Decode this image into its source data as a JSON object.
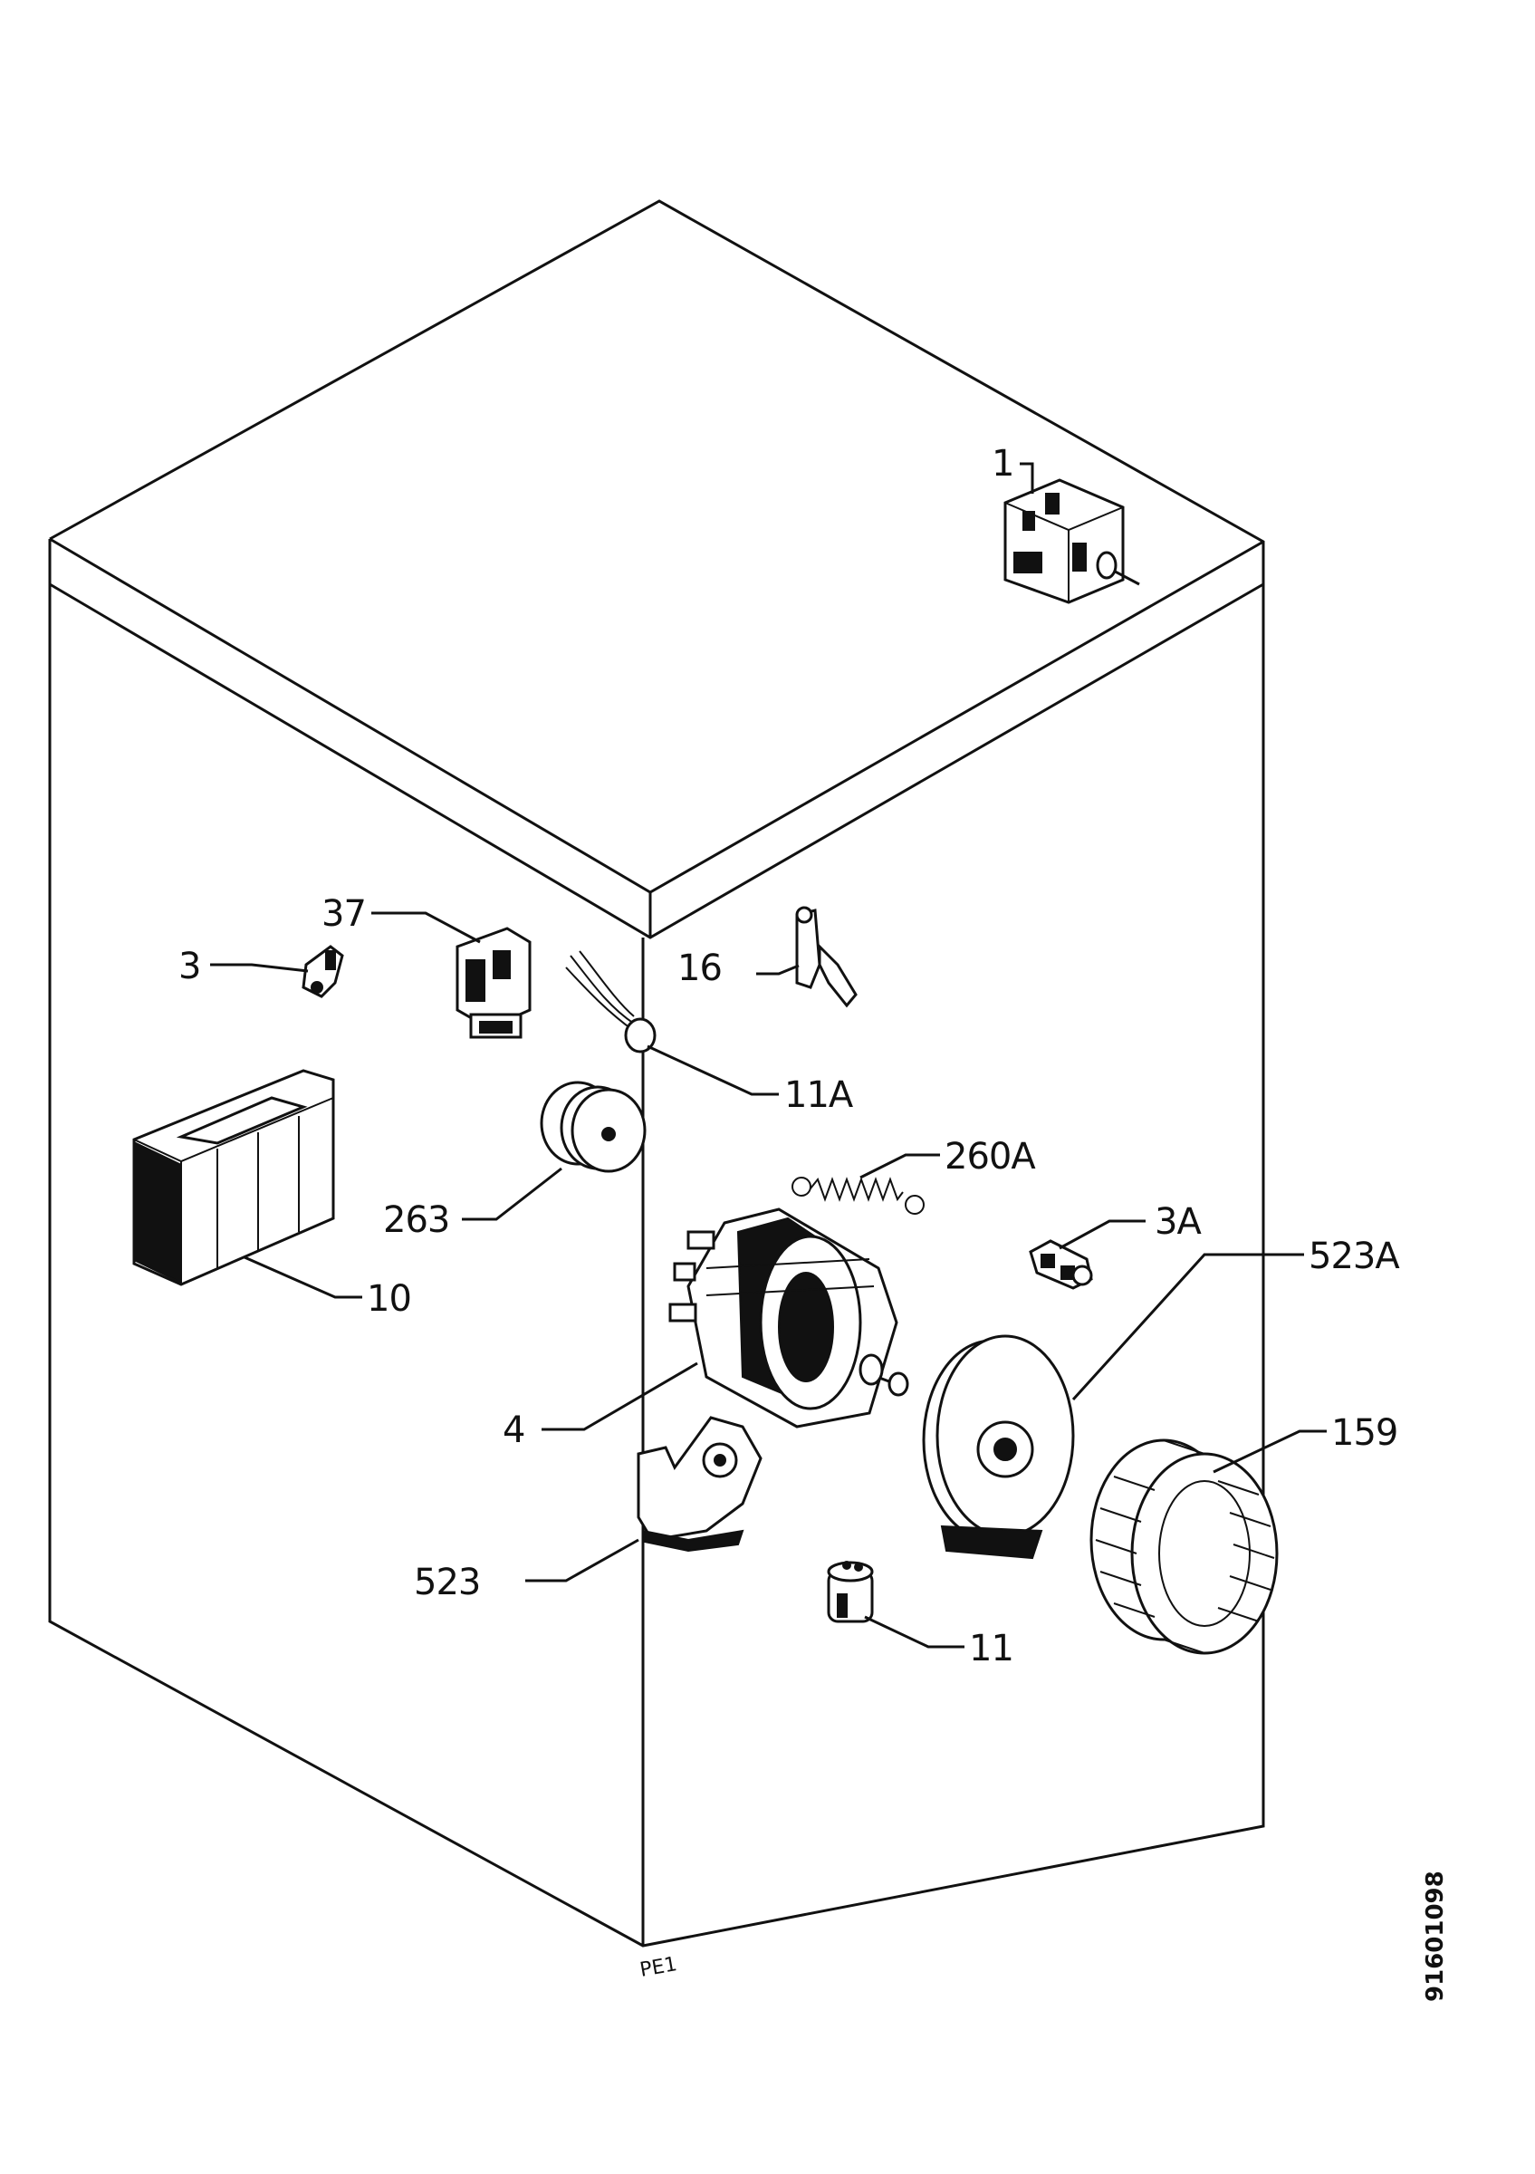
{
  "labels": {
    "p1": "1",
    "p37": "37",
    "p3": "3",
    "p16": "16",
    "p11a": "11A",
    "p260a": "260A",
    "p263": "263",
    "p3a": "3A",
    "p523a": "523A",
    "p10": "10",
    "p4": "4",
    "p159": "159",
    "p523": "523",
    "p11": "11"
  },
  "corner_ref": "PE1",
  "document_number": "91601098"
}
